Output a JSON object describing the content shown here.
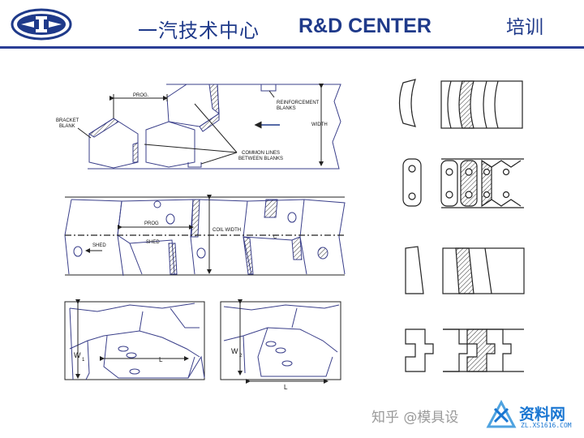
{
  "header": {
    "title_cn": "一汽技术中心",
    "title_en": "R&D CENTER",
    "title_right": "培训"
  },
  "labels": {
    "prog": "PROG.",
    "bracket": "BRACKET",
    "blank": "BLANK",
    "reinforcement": "REINFORCEMENT",
    "blanks": "BLANKS",
    "width": "WIDTH",
    "common_lines": "COMMON LINES",
    "between_blanks": "BETWEEN BLANKS",
    "prog2": "PROG",
    "coil_width": "COIL WIDTH",
    "shed": "SHED",
    "shed2": "SHED",
    "cl": "C",
    "w1": "W",
    "w1_sub": "1",
    "w2": "W",
    "w2_sub": "2",
    "l1": "L",
    "l2": "L"
  },
  "watermark": {
    "text": "知乎 @模具设",
    "site": "资料网",
    "url": "ZL.XS1616.COM"
  },
  "colors": {
    "brand": "#1f3a8a",
    "outline": "#3a3f8a",
    "watermark": "#1976d2"
  }
}
